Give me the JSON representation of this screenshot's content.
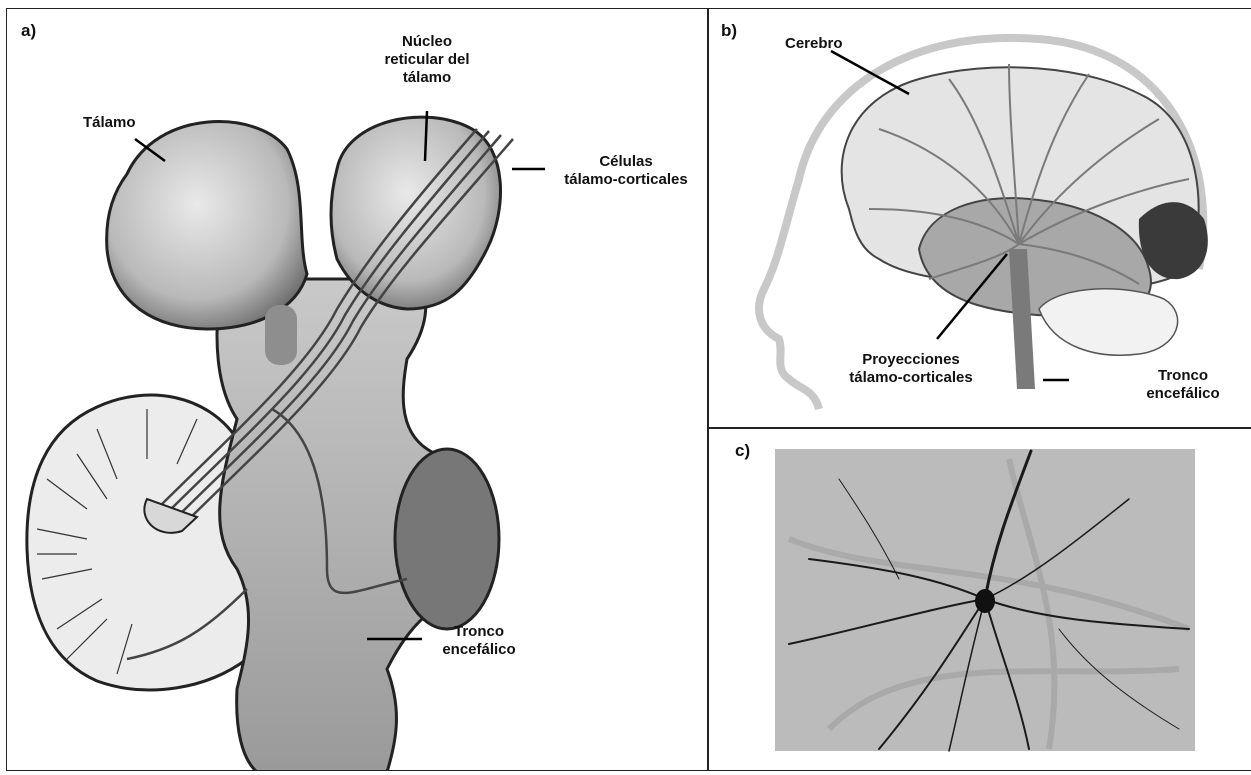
{
  "panels": {
    "a": {
      "tag": "a)",
      "labels": {
        "talamo": "Tálamo",
        "nucleo_1": "Núcleo",
        "nucleo_2": "reticular del",
        "nucleo_3": "tálamo",
        "celulas_1": "Células",
        "celulas_2": "tálamo-corticales",
        "tronco_1": "Tronco",
        "tronco_2": "encefálico"
      },
      "colors": {
        "tissue": "#bdbdbd",
        "tissue_dark": "#6e6e6e",
        "cerebellum": "#e6e6e6"
      }
    },
    "b": {
      "tag": "b)",
      "labels": {
        "cerebro": "Cerebro",
        "proyecciones_1": "Proyecciones",
        "proyecciones_2": "tálamo-corticales",
        "tronco_1": "Tronco",
        "tronco_2": "encefálico"
      },
      "colors": {
        "head_outline": "#c8c8c8",
        "cortex": "#e4e4e4",
        "temporal": "#a8a8a8",
        "occipital": "#3a3a3a",
        "vessels": "#7a7a7a"
      }
    },
    "c": {
      "tag": "c)",
      "colors": {
        "background": "#b9b9b9",
        "neuron": "#1a1a1a"
      }
    }
  }
}
